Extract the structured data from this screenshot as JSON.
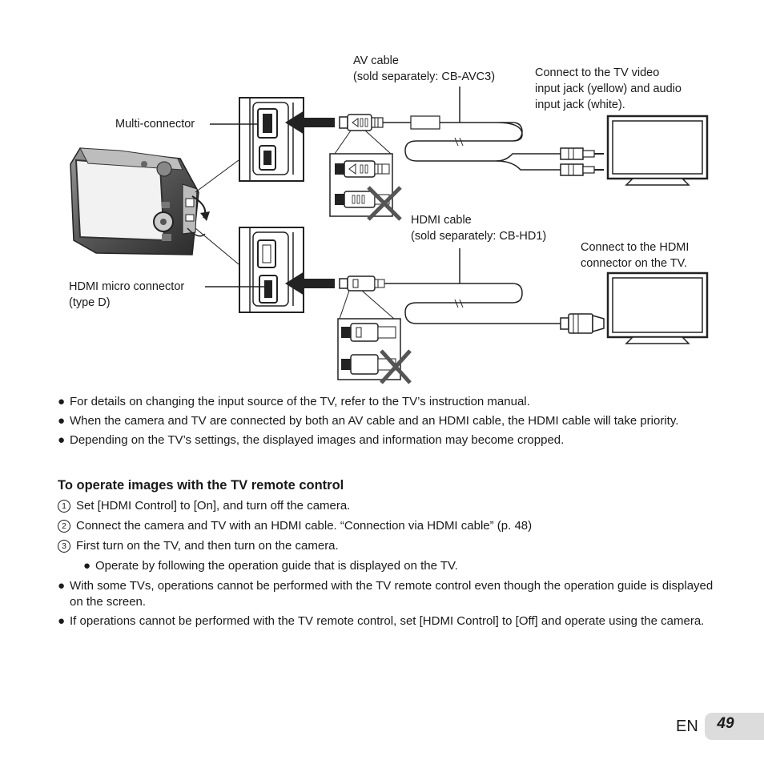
{
  "diagram": {
    "labels": {
      "av_cable": "AV cable",
      "av_cable_model": "(sold separately: CB-AVC3)",
      "tv_video_1": "Connect to the TV video",
      "tv_video_2": "input jack (yellow) and audio",
      "tv_video_3": "input jack (white).",
      "multi_connector": "Multi-connector",
      "hdmi_cable": "HDMI cable",
      "hdmi_cable_model": "(sold separately: CB-HD1)",
      "tv_hdmi_1": "Connect to the HDMI",
      "tv_hdmi_2": "connector on the TV.",
      "hdmi_micro_1": "HDMI micro connector",
      "hdmi_micro_2": "(type D)"
    }
  },
  "notes": [
    "For details on changing the input source of the TV, refer to the TV’s instruction manual.",
    "When the camera and TV are connected by both an AV cable and an HDMI cable, the HDMI cable will take priority.",
    "Depending on the TV’s settings, the displayed images and information may become cropped."
  ],
  "section": {
    "heading": "To operate images with the TV remote control",
    "steps": [
      {
        "num": "1",
        "text": "Set [HDMI Control] to [On], and turn off the camera."
      },
      {
        "num": "2",
        "text": "Connect the camera and TV with an HDMI cable. “Connection via HDMI cable” (p. 48)"
      },
      {
        "num": "3",
        "text": "First turn on the TV, and then turn on the camera."
      }
    ],
    "sub_note": "Operate by following the operation guide that is displayed on the TV.",
    "notes": [
      "With some TVs, operations cannot be performed with the TV remote control even though the operation guide is displayed on the screen.",
      "If operations cannot be performed with the TV remote control, set [HDMI Control] to [Off] and operate using the camera."
    ]
  },
  "footer": {
    "language": "EN",
    "page_number": "49"
  },
  "bullet_glyph": "●"
}
